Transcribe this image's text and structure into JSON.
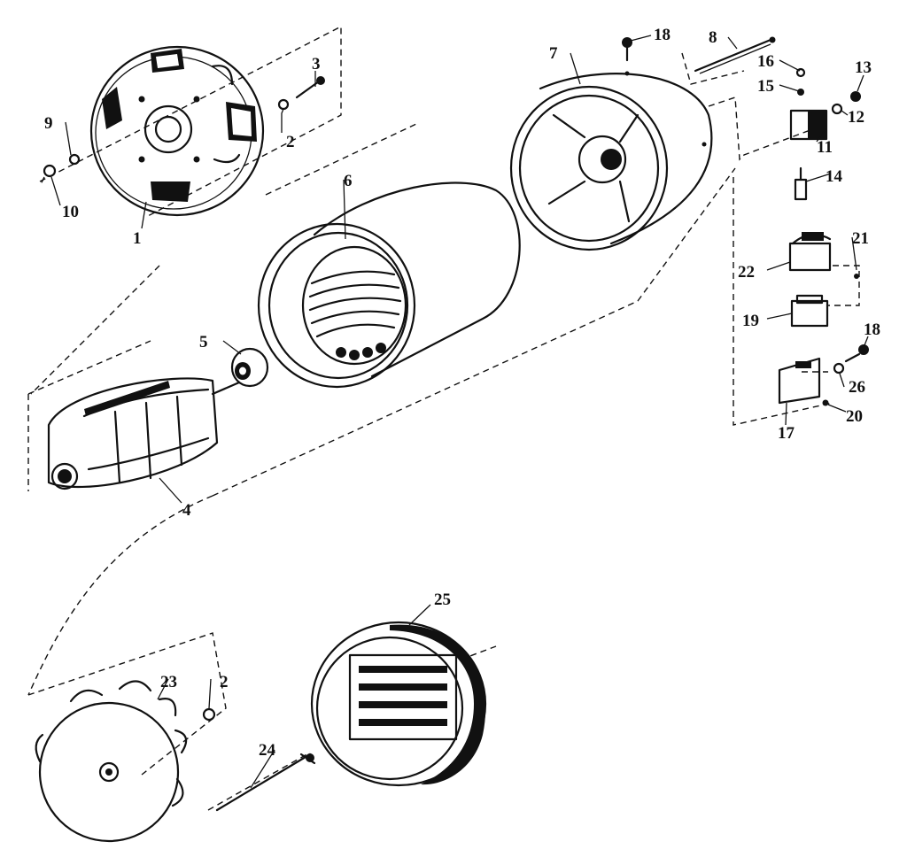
{
  "callouts": {
    "c1": "1",
    "c2a": "2",
    "c3": "3",
    "c4": "4",
    "c5": "5",
    "c6": "6",
    "c7": "7",
    "c8": "8",
    "c9": "9",
    "c10": "10",
    "c11": "11",
    "c12": "12",
    "c13": "13",
    "c14": "14",
    "c15": "15",
    "c16": "16",
    "c17": "17",
    "c18a": "18",
    "c18b": "18",
    "c19": "19",
    "c20": "20",
    "c21": "21",
    "c22": "22",
    "c23": "23",
    "c2b": "2",
    "c24": "24",
    "c25": "25",
    "c26": "26"
  }
}
